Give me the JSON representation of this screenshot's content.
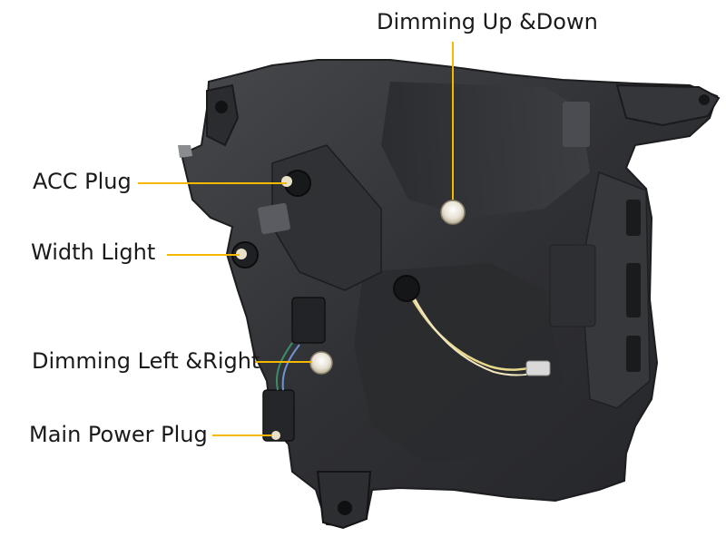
{
  "callouts": {
    "dimming_up_down": "Dimming Up &Down",
    "acc_plug": "ACC Plug",
    "width_light": "Width Light",
    "dimming_left_right": "Dimming Left &Right",
    "main_power_plug": "Main Power Plug"
  },
  "colors": {
    "leader_line": "#f5b800",
    "housing_dark": "#2c2d30",
    "housing_mid": "#3f4044",
    "housing_light": "#55575c",
    "background": "#ffffff"
  },
  "subject": {
    "name": "headlight-housing-rear"
  }
}
